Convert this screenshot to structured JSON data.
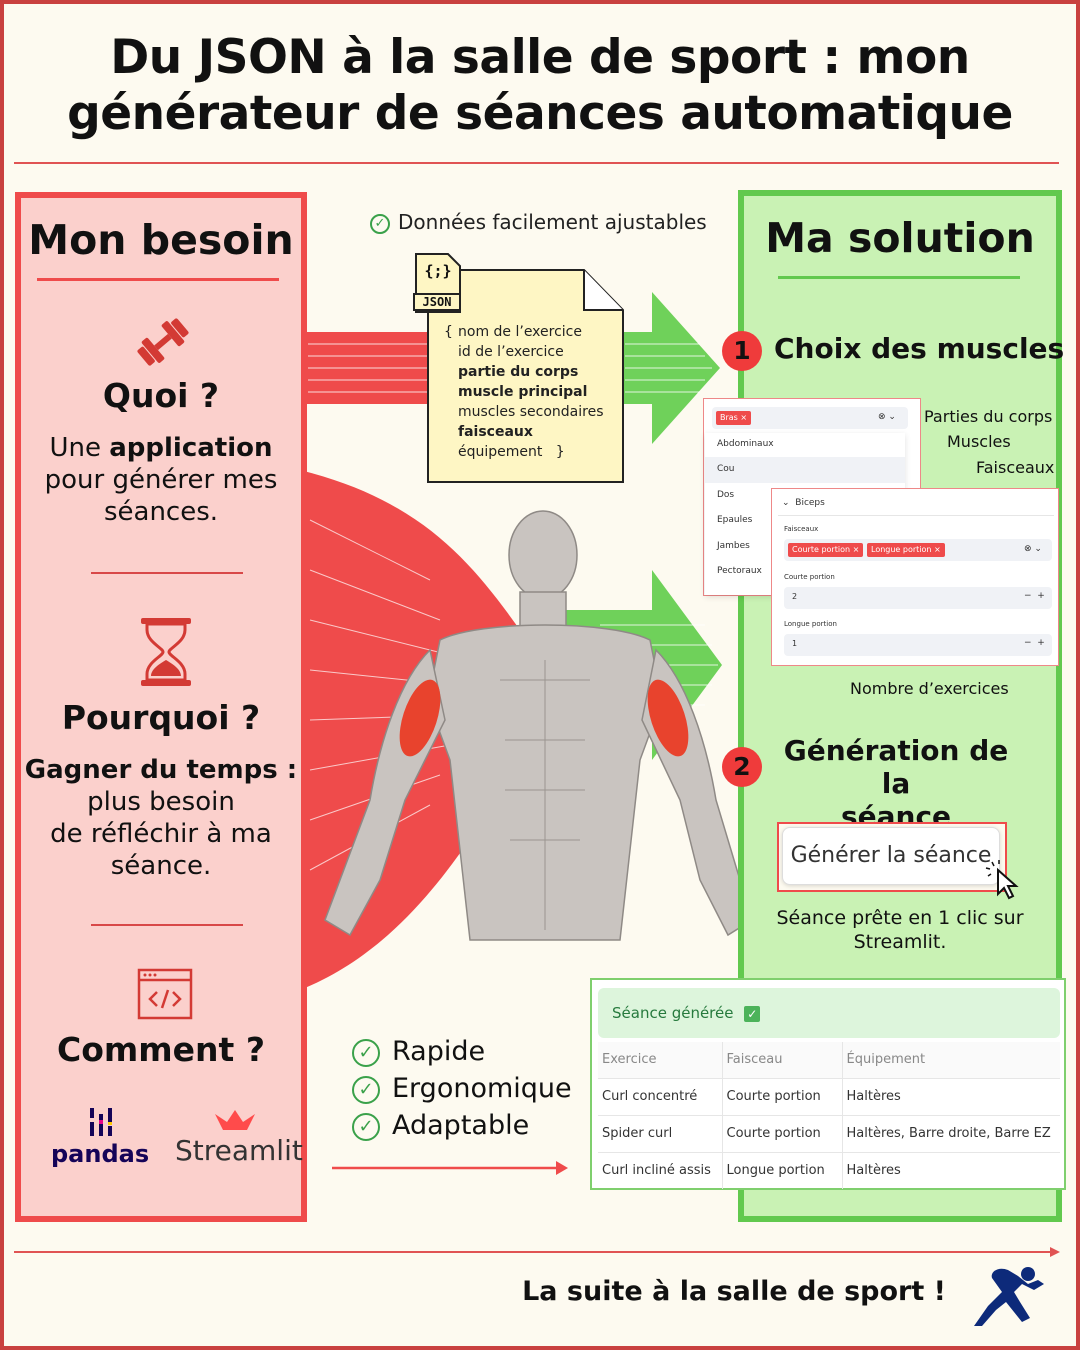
{
  "title": {
    "line1": "Du JSON à la salle de sport : mon",
    "line2": "générateur de séances automatique"
  },
  "left": {
    "heading": "Mon besoin",
    "quoi": {
      "title": "Quoi ?",
      "text_pre": "Une ",
      "text_bold": "application",
      "text_post1": "pour générer mes",
      "text_post2": "séances."
    },
    "pourquoi": {
      "title": "Pourquoi ?",
      "bold": "Gagner du temps :",
      "l1": "plus besoin",
      "l2": "de réfléchir à ma",
      "l3": "séance."
    },
    "comment": {
      "title": "Comment ?",
      "logo1": "pandas",
      "logo2": "Streamlit"
    }
  },
  "json_doc": {
    "check": "Données facilement ajustables",
    "icon_label": "JSON",
    "icon_glyph": "{;}",
    "open": "{",
    "close": "}",
    "fields": [
      {
        "text": "nom de l’exercice",
        "bold": false
      },
      {
        "text": "id de l’exercice",
        "bold": false
      },
      {
        "text": "partie du corps",
        "bold": true
      },
      {
        "text": "muscle principal",
        "bold": true
      },
      {
        "text": "muscles secondaires",
        "bold": false
      },
      {
        "text": "faisceaux",
        "bold": true
      },
      {
        "text": "équipement",
        "bold": false
      }
    ]
  },
  "right": {
    "heading": "Ma solution",
    "step1": {
      "num": "1",
      "title": "Choix des muscles"
    },
    "step2": {
      "num": "2",
      "title_l1": "Génération de la",
      "title_l2": "séance"
    },
    "annotations": {
      "parties": "Parties du corps",
      "muscles": "Muscles",
      "faisceaux": "Faisceaux",
      "nombre": "Nombre d’exercices"
    },
    "body_select": {
      "tag": "Bras",
      "options": [
        "Abdominaux",
        "Cou",
        "Dos",
        "Epaules",
        "Jambes",
        "Pectoraux"
      ]
    },
    "muscle_panel": {
      "expander": "Biceps",
      "faisceaux_label": "Faisceaux",
      "tags": [
        "Courte portion",
        "Longue portion"
      ],
      "courte_label": "Courte portion",
      "courte_value": "2",
      "longue_label": "Longue portion",
      "longue_value": "1"
    },
    "button": "Générer la séance",
    "caption": "Séance prête en 1 clic sur Streamlit."
  },
  "benefits": [
    "Rapide",
    "Ergonomique",
    "Adaptable"
  ],
  "result": {
    "header": "Séance générée",
    "columns": [
      "Exercice",
      "Faisceau",
      "Équipement"
    ],
    "rows": [
      [
        "Curl concentré",
        "Courte portion",
        "Haltères"
      ],
      [
        "Spider curl",
        "Courte portion",
        "Haltères, Barre droite, Barre EZ"
      ],
      [
        "Curl incliné assis",
        "Longue portion",
        "Haltères"
      ]
    ]
  },
  "footer": "La suite à la salle de sport !",
  "colors": {
    "red": "#ef4b4b",
    "green": "#62c94e",
    "pink": "#fbd0cc",
    "lightgreen": "#c9f2b4",
    "cream": "#fdfaf0"
  },
  "icons": [
    "dumbbell-icon",
    "hourglass-icon",
    "code-window-icon",
    "check-icon",
    "cursor-icon",
    "runner-icon",
    "json-file-icon"
  ]
}
